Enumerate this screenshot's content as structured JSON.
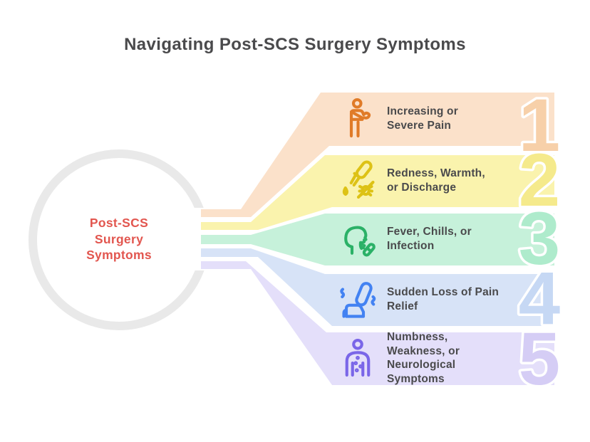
{
  "title": "Navigating Post-SCS Surgery Symptoms",
  "center_circle": {
    "label": "Post-SCS\nSurgery\nSymptoms",
    "text_color": "#e2564f",
    "ring_color": "#e9e9e9"
  },
  "label_text_color": "#4a4a4c",
  "background_color": "#ffffff",
  "bands": [
    {
      "number": "1",
      "label": "Increasing or\nSevere Pain",
      "icon": "person-arm-sling-icon",
      "band_color": "#fbe1ca",
      "number_color": "#f7d0a9",
      "icon_color": "#e07b28"
    },
    {
      "number": "2",
      "label": "Redness, Warmth,\nor Discharge",
      "icon": "dropper-germ-icon",
      "band_color": "#faf3ad",
      "number_color": "#f5ea8c",
      "icon_color": "#ddc216"
    },
    {
      "number": "3",
      "label": "Fever, Chills, or\nInfection",
      "icon": "coughing-head-icon",
      "band_color": "#c6f1da",
      "number_color": "#aeebcc",
      "icon_color": "#2bb167"
    },
    {
      "number": "4",
      "label": "Sudden Loss of Pain\nRelief",
      "icon": "stimulator-chair-icon",
      "band_color": "#d7e3f7",
      "number_color": "#c6d8f4",
      "icon_color": "#4382f2"
    },
    {
      "number": "5",
      "label": "Numbness,\nWeakness, or\nNeurological\nSymptoms",
      "icon": "numb-person-icon",
      "band_color": "#e4dffa",
      "number_color": "#d5cdf5",
      "icon_color": "#7a66e8"
    }
  ]
}
